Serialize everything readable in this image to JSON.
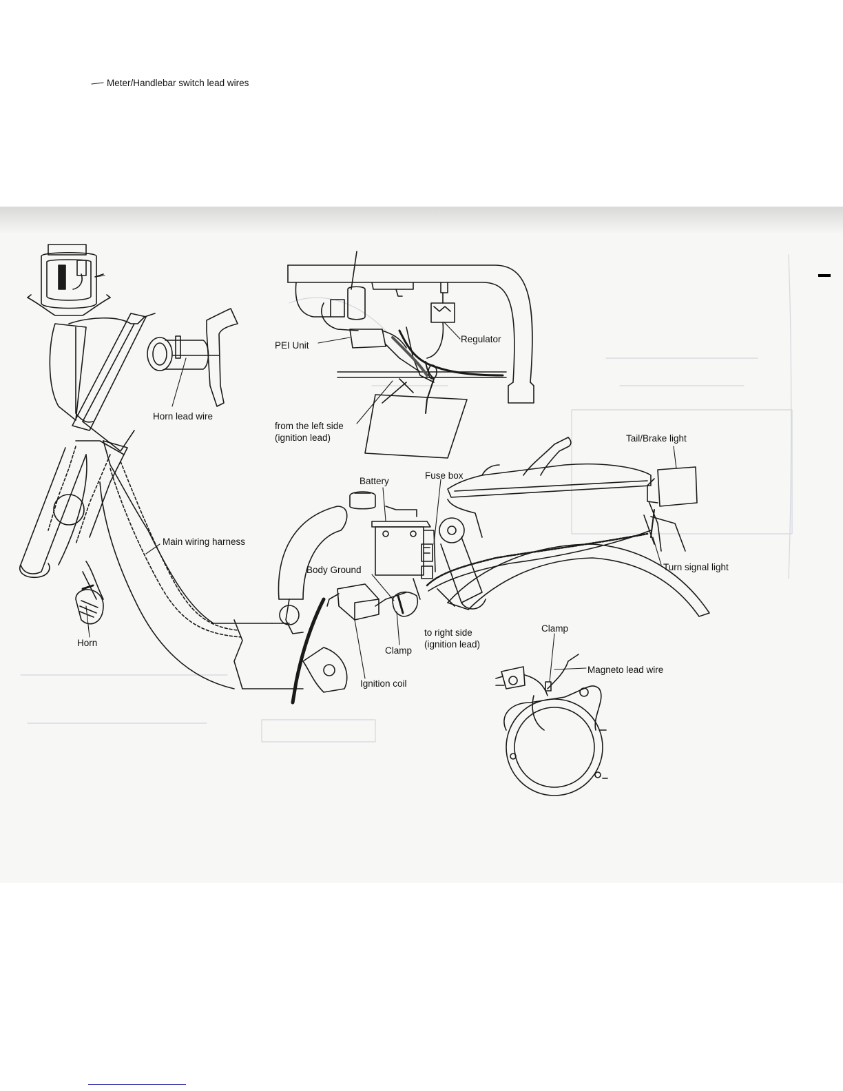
{
  "labels": {
    "meter_handlebar": "Meter/Handlebar switch lead wires",
    "horn_lead_wire": "Horn lead wire",
    "pei_unit": "PEI Unit",
    "regulator": "Regulator",
    "from_left_side": "from the left side\n(ignition lead)",
    "tail_brake_light": "Tail/Brake light",
    "battery": "Battery",
    "fuse_box": "Fuse box",
    "main_wiring_harness": "Main wiring harness",
    "body_ground": "Body Ground",
    "turn_signal_light": "Turn signal light",
    "horn": "Horn",
    "clamp_center": "Clamp",
    "to_right_side": "to right side\n(ignition lead)",
    "clamp_right": "Clamp",
    "magneto_lead_wire": "Magneto lead wire",
    "ignition_coil": "Ignition coil"
  }
}
